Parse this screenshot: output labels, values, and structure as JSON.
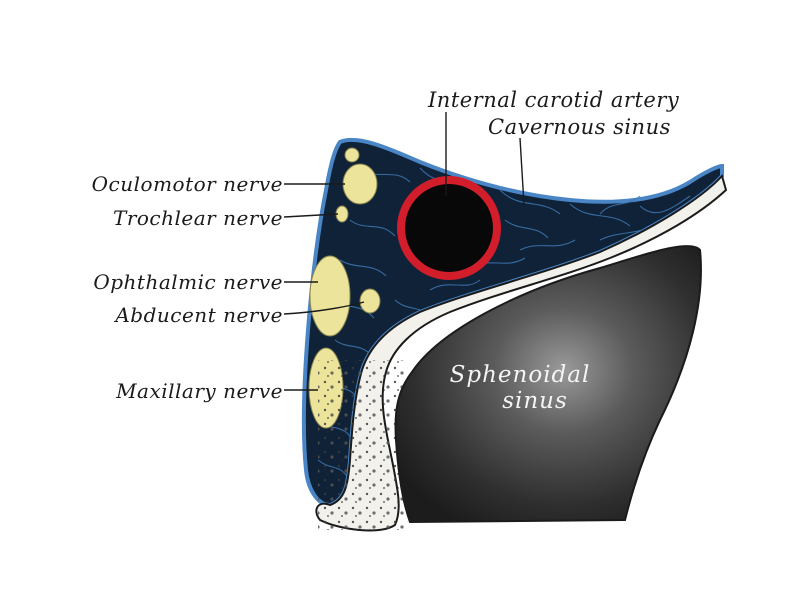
{
  "colors": {
    "background": "#ffffff",
    "sinus_fill": "#0f2238",
    "sinus_lining": "#4a86c6",
    "artery_wall": "#d21e2a",
    "artery_lumen": "#080808",
    "nerve": "#ece49a",
    "bone_cavity": "#2d2d2d",
    "bone": "#f3f1ec"
  },
  "labels": {
    "internal_carotid_artery": "Internal carotid artery",
    "cavernous_sinus": "Cavernous sinus",
    "oculomotor_nerve": "Oculomotor nerve",
    "trochlear_nerve": "Trochlear nerve",
    "ophthalmic_nerve": "Ophthalmic nerve",
    "abducent_nerve": "Abducent nerve",
    "maxillary_nerve": "Maxillary nerve",
    "sphenoidal_line1": "Sphenoidal",
    "sphenoidal_line2": "sinus"
  }
}
